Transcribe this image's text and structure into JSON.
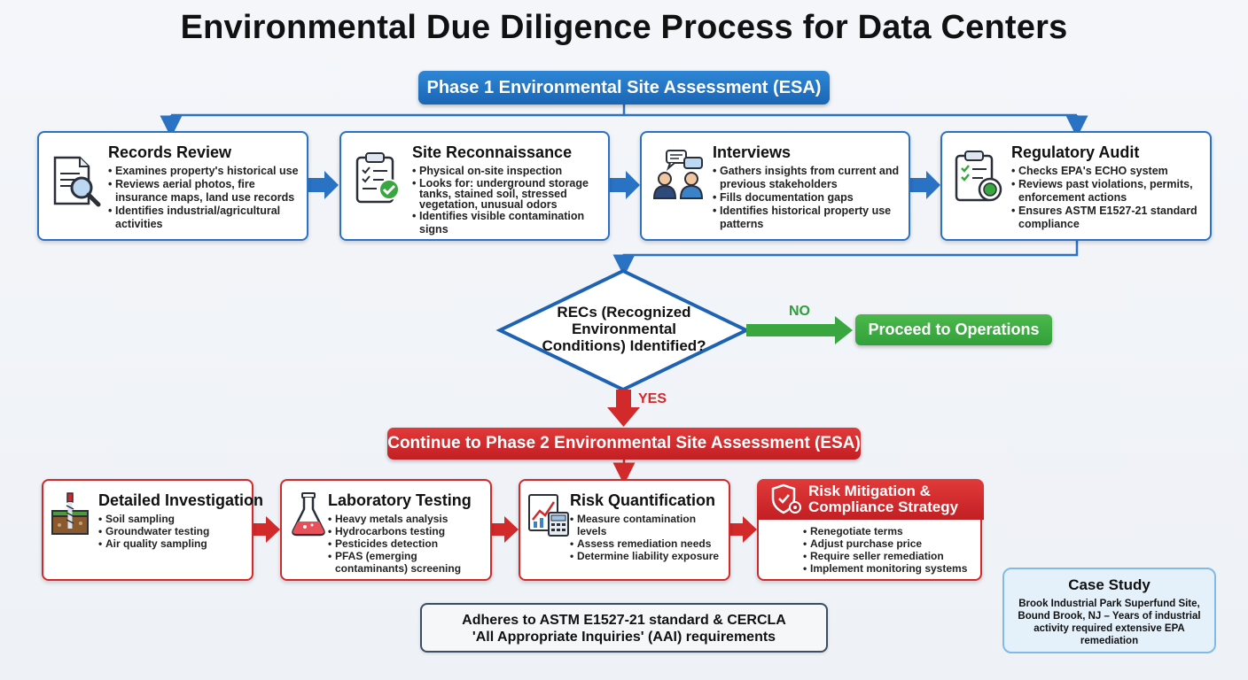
{
  "title": "Environmental Due Diligence Process for Data Centers",
  "phase1": {
    "label": "Phase 1 Environmental Site Assessment (ESA)"
  },
  "phase1_steps": [
    {
      "title": "Records Review",
      "icon": "document-magnifier-icon",
      "bullets": [
        "Examines property's historical use",
        "Reviews aerial photos, fire insurance maps, land use records",
        "Identifies industrial/agricultural activities"
      ]
    },
    {
      "title": "Site Reconnaissance",
      "icon": "clipboard-check-icon",
      "bullets": [
        "Physical on-site inspection",
        "Looks for: underground storage tanks, stained soil, stressed vegetation, unusual odors",
        "Identifies visible contamination signs"
      ]
    },
    {
      "title": "Interviews",
      "icon": "people-speech-icon",
      "bullets": [
        "Gathers insights from current and previous stakeholders",
        "Fills documentation gaps",
        "Identifies historical property use patterns"
      ]
    },
    {
      "title": "Regulatory Audit",
      "icon": "clipboard-seal-icon",
      "bullets": [
        "Checks EPA's ECHO system",
        "Reviews past violations, permits, enforcement actions",
        "Ensures ASTM E1527-21 standard compliance"
      ]
    }
  ],
  "decision": {
    "text": "RECs (Recognized Environmental Conditions) Identified?",
    "no_label": "NO",
    "yes_label": "YES"
  },
  "proceed": {
    "label": "Proceed to Operations"
  },
  "phase2": {
    "label": "Continue to Phase 2 Environmental Site Assessment (ESA)"
  },
  "phase2_steps": [
    {
      "title": "Detailed Investigation",
      "icon": "soil-drill-icon",
      "bullets": [
        "Soil sampling",
        "Groundwater testing",
        "Air quality sampling"
      ]
    },
    {
      "title": "Laboratory Testing",
      "icon": "flask-icon",
      "bullets": [
        "Heavy metals analysis",
        "Hydrocarbons testing",
        "Pesticides detection",
        "PFAS (emerging contaminants) screening"
      ]
    },
    {
      "title": "Risk Quantification",
      "icon": "chart-calculator-icon",
      "bullets": [
        "Measure contamination levels",
        "Assess remediation needs",
        "Determine liability exposure"
      ]
    },
    {
      "title": "Risk Mitigation & Compliance Strategy",
      "icon": "shield-gear-icon",
      "bullets": [
        "Renegotiate terms",
        "Adjust purchase price",
        "Require seller remediation",
        "Implement monitoring systems"
      ]
    }
  ],
  "adheres": {
    "line1": "Adheres to ASTM E1527-21 standard & CERCLA",
    "line2": "'All Appropriate Inquiries' (AAI) requirements"
  },
  "case_study": {
    "title": "Case Study",
    "text": "Brook Industrial Park Superfund Site, Bound Brook, NJ – Years of industrial activity required extensive EPA remediation"
  },
  "colors": {
    "blue": "#2a72c4",
    "red": "#d22a2a",
    "green": "#3aa63f"
  }
}
